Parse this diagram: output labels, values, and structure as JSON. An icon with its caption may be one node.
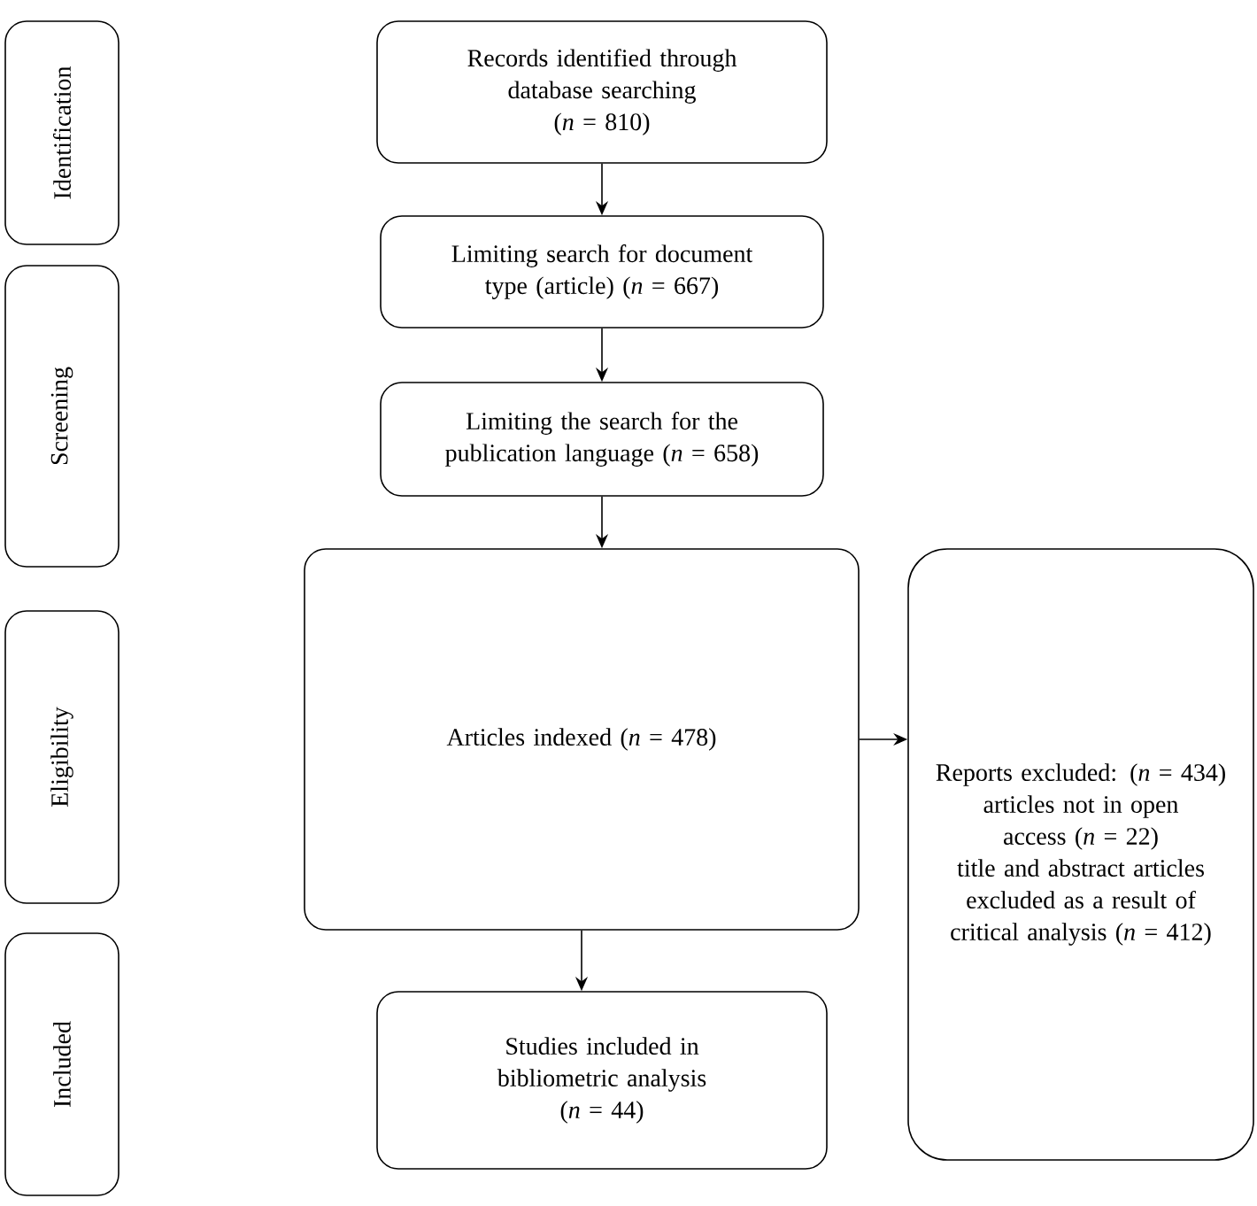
{
  "diagram": {
    "nodes": [
      {
        "text": [
          "Identification"
        ]
      },
      {
        "text": [
          "Screening"
        ]
      },
      {
        "text": [
          "Eligibility"
        ]
      },
      {
        "text": [
          "Included"
        ]
      },
      {
        "text": [
          "Records identified through database searching",
          "(*n* = 810)"
        ]
      },
      {
        "text": [
          "Limiting search for document type (article) (*n* = 667)"
        ]
      },
      {
        "text": [
          "Limiting the search for the publication language (*n* = 658)"
        ]
      },
      {
        "text": [
          "Articles indexed (*n* = 478)"
        ]
      },
      {
        "text": [
          "Reports excluded: (*n* = 434)",
          "articles not in open access (*n* = 22)",
          "title and abstract articles excluded as a result of critical analysis (*n* = 412)"
        ]
      },
      {
        "text": [
          "Studies included in bibliometric analysis",
          "(*n* = 44)"
        ]
      }
    ],
    "edges": [
      {
        "from": 4,
        "to": 5,
        "arrow": "to"
      },
      {
        "from": 5,
        "to": 6,
        "arrow": "to"
      },
      {
        "from": 6,
        "to": 7,
        "arrow": "to"
      },
      {
        "from": 7,
        "to": 8,
        "arrow": "to"
      },
      {
        "from": 7,
        "to": 9,
        "arrow": "to"
      }
    ]
  }
}
